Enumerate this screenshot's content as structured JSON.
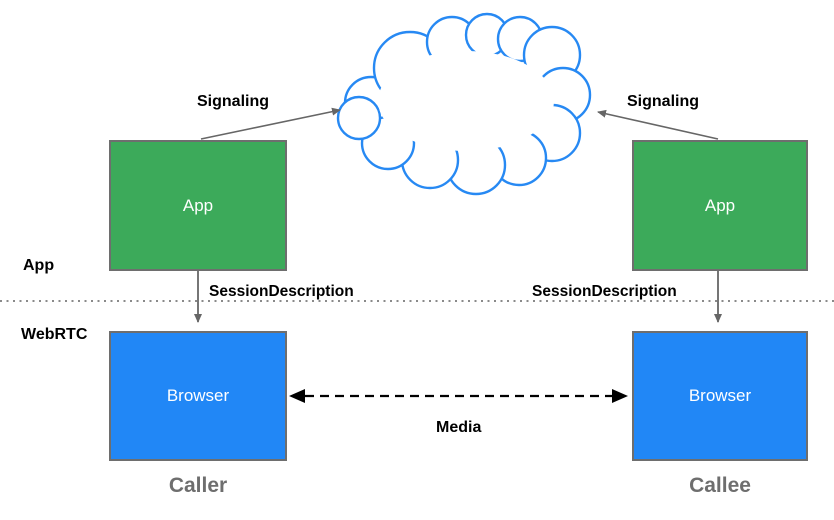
{
  "layers": {
    "app_label": "App",
    "webrtc_label": "WebRTC"
  },
  "nodes": {
    "caller_app": {
      "label": "App"
    },
    "callee_app": {
      "label": "App"
    },
    "caller_browser": {
      "label": "Browser"
    },
    "callee_browser": {
      "label": "Browser"
    }
  },
  "edges": {
    "signaling_left": "Signaling",
    "signaling_right": "Signaling",
    "session_left": "SessionDescription",
    "session_right": "SessionDescription",
    "media": "Media"
  },
  "actors": {
    "caller": "Caller",
    "callee": "Callee"
  },
  "icons": {
    "cloud": "network-cloud-icon"
  },
  "colors": {
    "node_green": "#3CAA5A",
    "node_blue": "#2187F6",
    "cloud_stroke": "#2789F3",
    "box_border": "#6E6E6E",
    "arrow_gray": "#666666",
    "media_arrow": "#000000",
    "actor_text": "#6E6E6E",
    "divider_dots": "#8A8A8A",
    "label_text": "#000000",
    "node_text": "#FFFFFF"
  }
}
